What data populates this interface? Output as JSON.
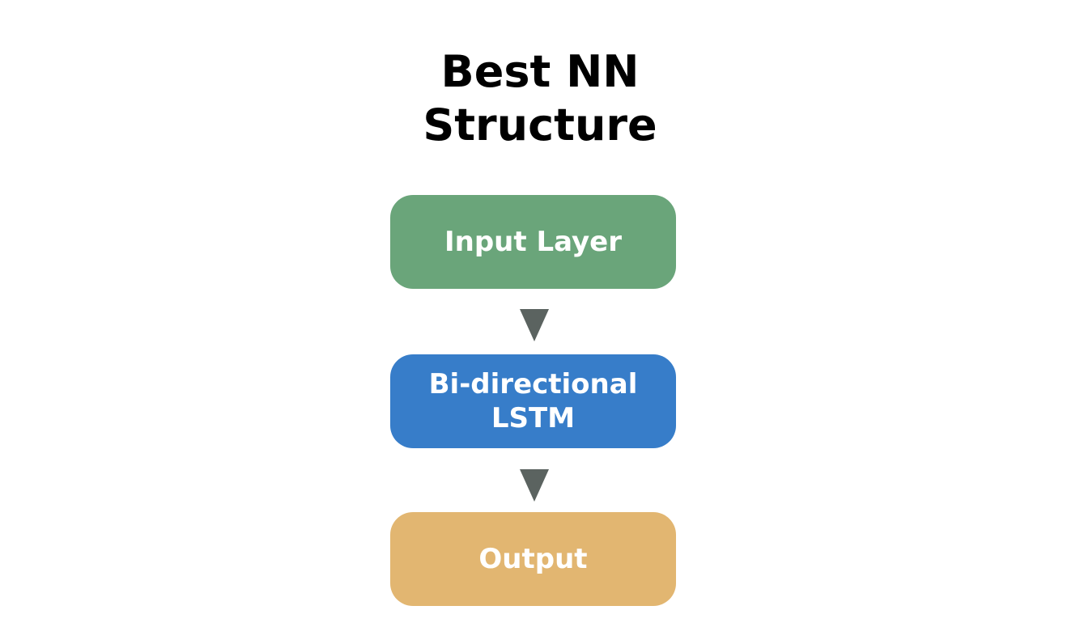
{
  "title": {
    "line1": "Best NN",
    "line2": "Structure"
  },
  "nodes": [
    {
      "id": "input",
      "lines": [
        "Input Layer"
      ],
      "color": "#6aa57a"
    },
    {
      "id": "lstm",
      "lines": [
        "Bi-directional",
        "LSTM"
      ],
      "color": "#377dc9"
    },
    {
      "id": "output",
      "lines": [
        "Output"
      ],
      "color": "#e2b671"
    }
  ],
  "connector_color": "#5b6360",
  "edges": [
    {
      "from": "input",
      "to": "lstm",
      "icon": "triangle-down-icon"
    },
    {
      "from": "lstm",
      "to": "output",
      "icon": "triangle-down-icon"
    }
  ]
}
